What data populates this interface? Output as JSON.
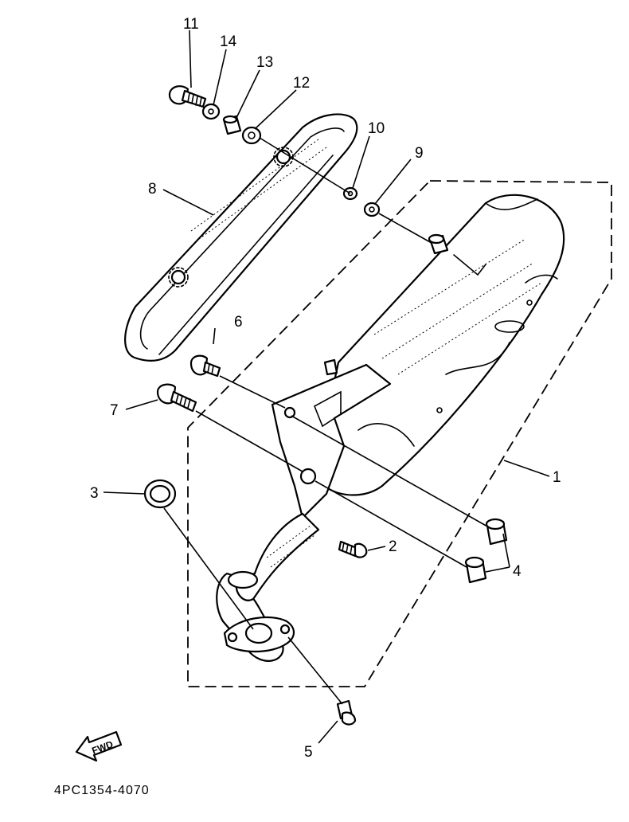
{
  "diagram": {
    "part_code": "4PC1354-4070",
    "direction_label": "FWD",
    "callouts": {
      "c1": "1",
      "c2": "2",
      "c3": "3",
      "c4": "4",
      "c5": "5",
      "c6": "6",
      "c7": "7",
      "c8": "8",
      "c9": "9",
      "c10": "10",
      "c11": "11",
      "c12": "12",
      "c13": "13",
      "c14": "14"
    }
  }
}
